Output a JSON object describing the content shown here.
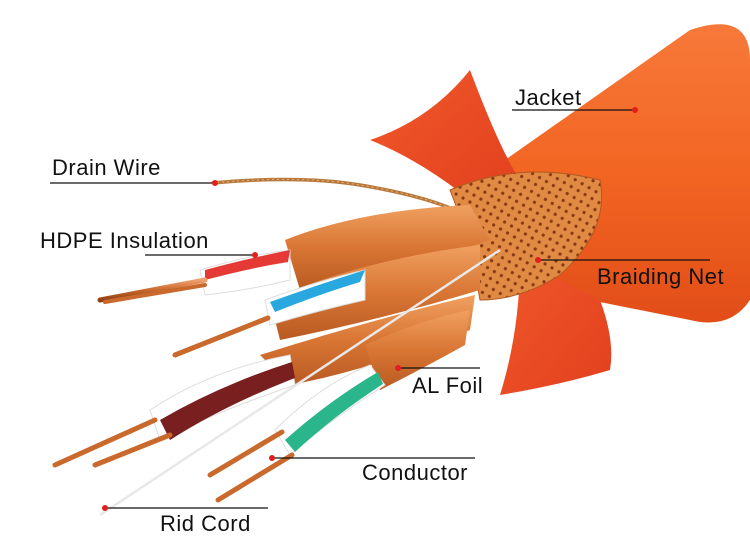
{
  "labels": {
    "jacket": "Jacket",
    "drain_wire": "Drain Wire",
    "hdpe_insulation": "HDPE Insulation",
    "braiding_net": "Braiding Net",
    "al_foil": "AL Foil",
    "conductor": "Conductor",
    "rid_cord": "Rid Cord"
  },
  "colors": {
    "jacket": "#f26522",
    "jacket_dark": "#d9481a",
    "foil": "#e0823e",
    "braid": "#d97a3a",
    "copper": "#c9692c",
    "pair_red": "#e53935",
    "pair_blue": "#29a8e0",
    "pair_brown": "#7a1f1f",
    "pair_green": "#2bb58a",
    "leader_dot": "#e0201c",
    "leader_line": "#111111"
  }
}
